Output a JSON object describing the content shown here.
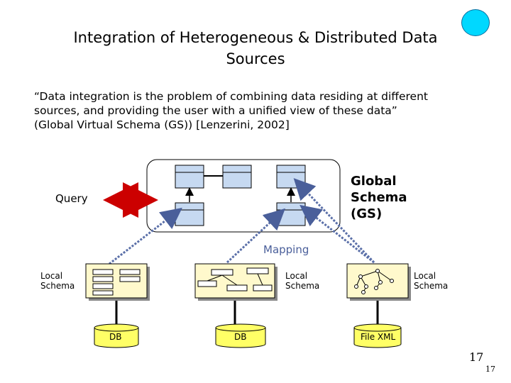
{
  "title_line1": "Integration of Heterogeneous & Distributed Data",
  "title_line2": "Sources",
  "quote_line1": "“Data integration is the problem of combining data residing at different",
  "quote_line2": "sources, and providing the user with a unified view of these data”",
  "quote_line3": "(Global Virtual Schema (GS)) [Lenzerini, 2002]",
  "query_label": "Query",
  "gs_label_line1": "Global",
  "gs_label_line2": "Schema",
  "gs_label_line3": "(GS)",
  "mapping_label": "Mapping",
  "local_schemas": [
    {
      "line1": "Local",
      "line2": "Schema",
      "store": "DB"
    },
    {
      "line1": "Local",
      "line2": "Schema",
      "store": "DB"
    },
    {
      "line1": "Local",
      "line2": "Schema",
      "store": "File XML"
    }
  ],
  "page_number": "17",
  "page_number_small": "17",
  "colors": {
    "accent_circle": "#00d8ff",
    "local_box": "#fff9cc",
    "table_fill": "#c6d9f1",
    "db": "#ffff66",
    "arrow_red": "#cc0000",
    "dotted_blue": "#5a6fa8"
  }
}
